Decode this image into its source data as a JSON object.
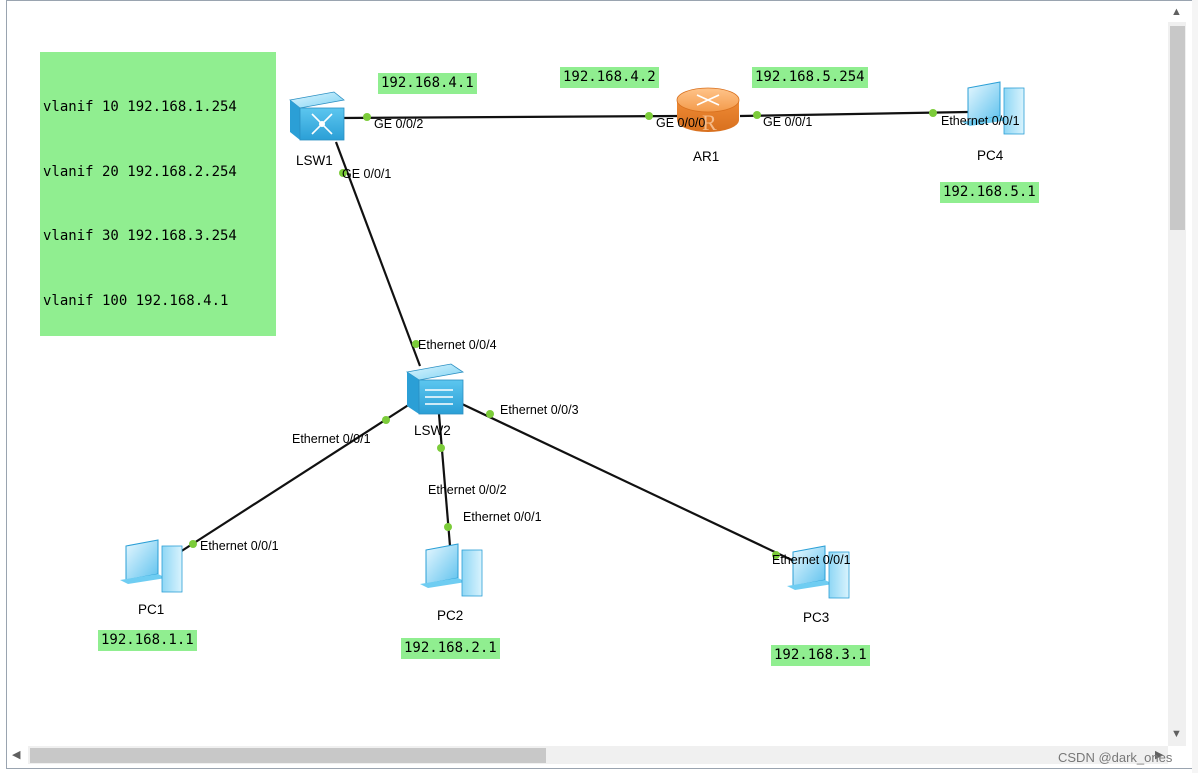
{
  "notes": {
    "vlanif": [
      "vlanif 10 192.168.1.254",
      "vlanif 20 192.168.2.254",
      "vlanif 30 192.168.3.254",
      "vlanif 100 192.168.4.1"
    ],
    "lsw1_ip": "192.168.4.1",
    "ar1_left_ip": "192.168.4.2",
    "ar1_right_ip": "192.168.5.254",
    "pc4_ip": "192.168.5.1",
    "pc1_ip": "192.168.1.1",
    "pc2_ip": "192.168.2.1",
    "pc3_ip": "192.168.3.1"
  },
  "devices": {
    "lsw1": "LSW1",
    "ar1": "AR1",
    "pc4": "PC4",
    "lsw2": "LSW2",
    "pc1": "PC1",
    "pc2": "PC2",
    "pc3": "PC3"
  },
  "ports": {
    "lsw1_ge002": "GE 0/0/2",
    "lsw1_ge001": "GE 0/0/1",
    "ar1_ge000": "GE 0/0/0",
    "ar1_ge001": "GE 0/0/1",
    "pc4_eth": "Ethernet 0/0/1",
    "lsw2_eth004": "Ethernet 0/0/4",
    "lsw2_eth003": "Ethernet 0/0/3",
    "lsw2_eth001": "Ethernet 0/0/1",
    "lsw2_eth002": "Ethernet 0/0/2",
    "pc2_eth": "Ethernet 0/0/1",
    "pc1_eth": "Ethernet 0/0/1",
    "pc3_eth": "Ethernet 0/0/1"
  },
  "icons": {
    "switch": "switch-icon",
    "router": "router-icon",
    "pc": "pc-icon"
  },
  "colors": {
    "note_bg": "#90ee90",
    "port_dot": "#7ccc3a",
    "link": "#111111",
    "router": "#f0883a",
    "switch": "#3fb4e6",
    "pc": "#4fb6ea"
  },
  "watermark": "CSDN @dark_ones"
}
